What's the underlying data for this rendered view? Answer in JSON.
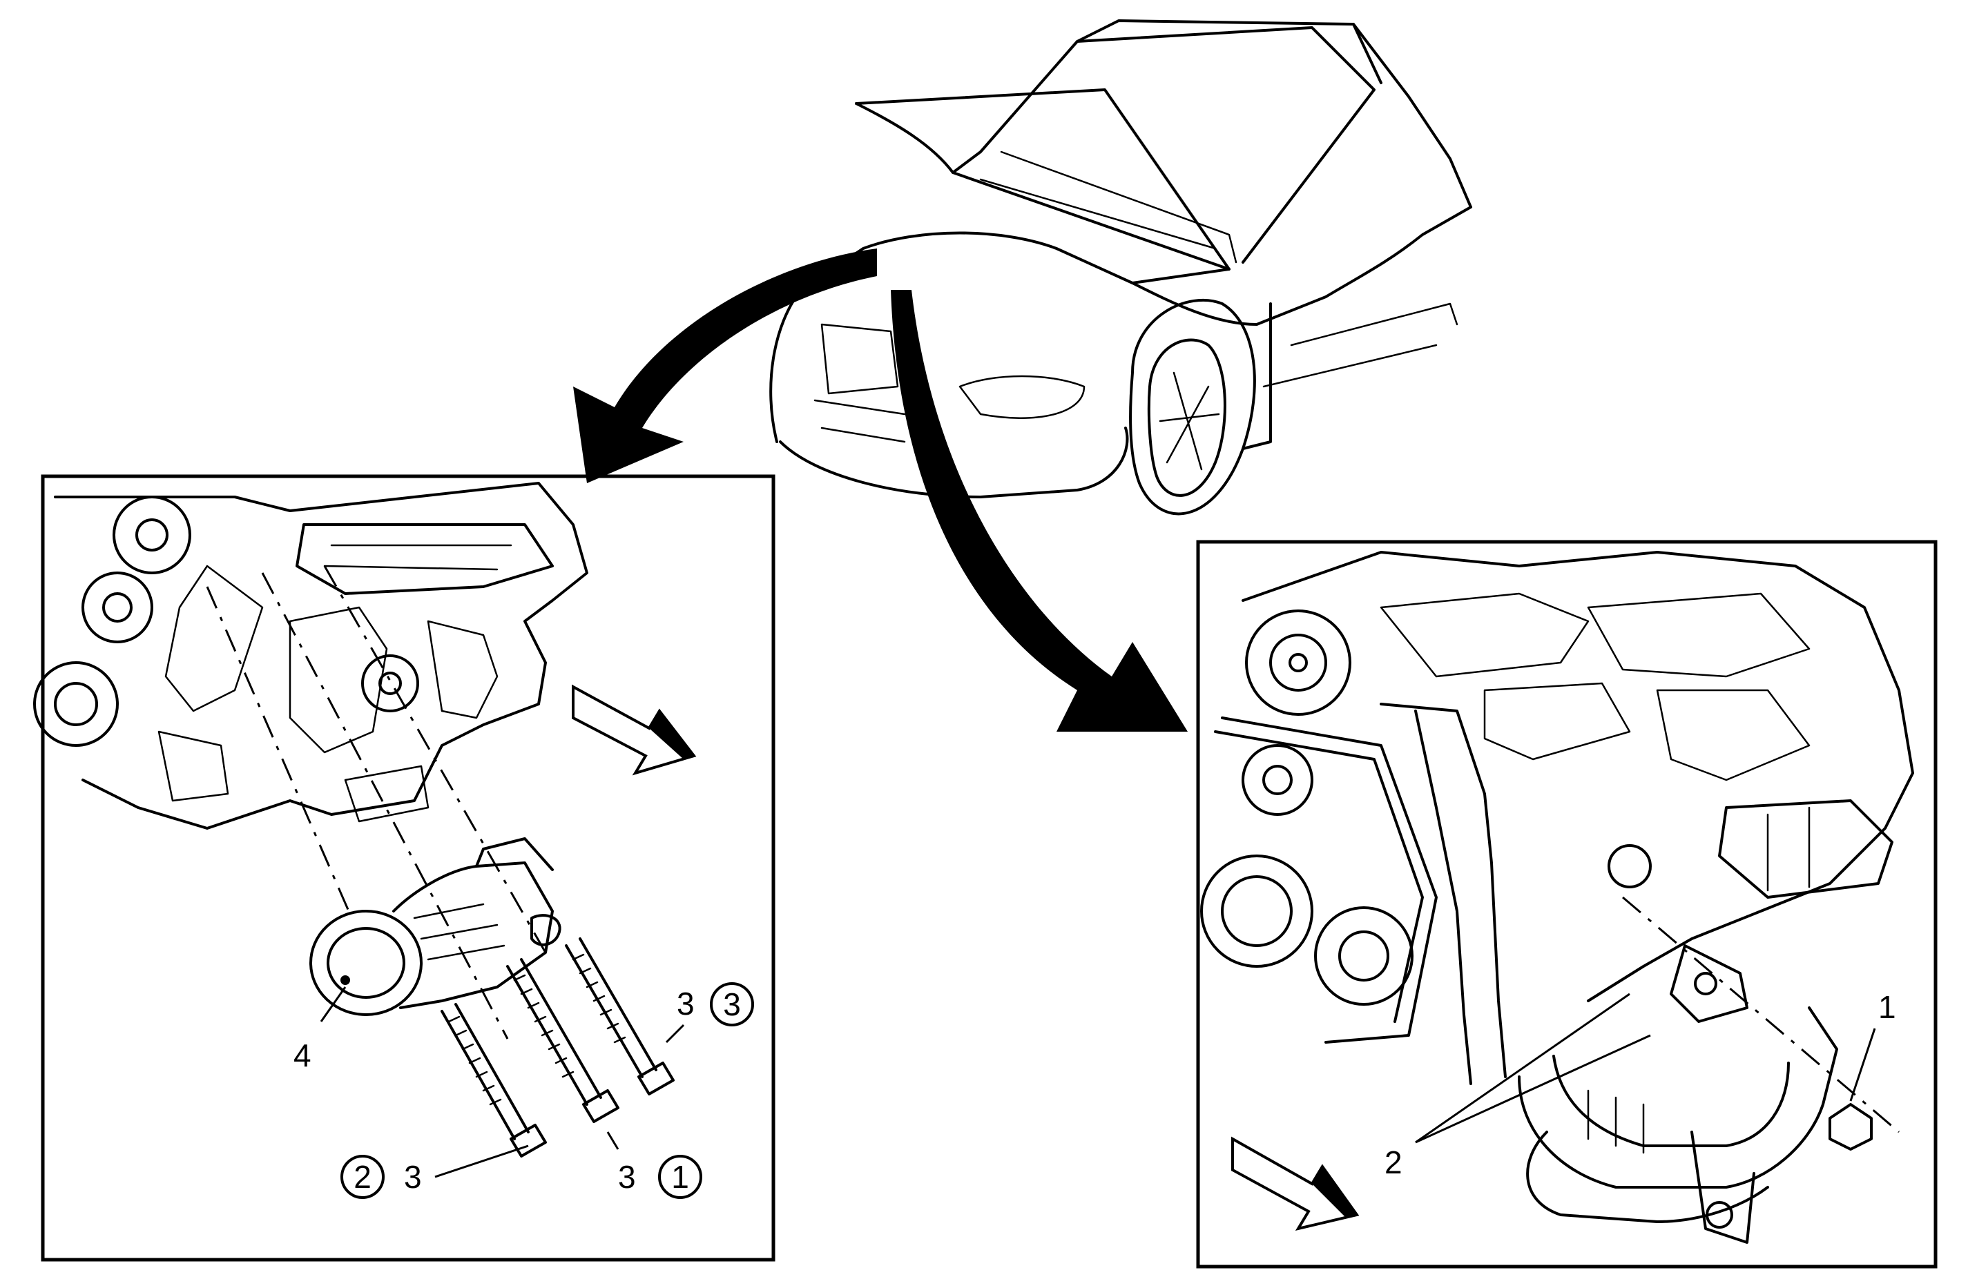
{
  "figure": {
    "left_panel": {
      "callouts": [
        {
          "id": "callout-4",
          "number": "4",
          "step": ""
        },
        {
          "id": "callout-3-step3",
          "number": "3",
          "step": "3"
        },
        {
          "id": "callout-3-step2",
          "number": "3",
          "step": "2"
        },
        {
          "id": "callout-3-step1",
          "number": "3",
          "step": "1"
        }
      ]
    },
    "right_panel": {
      "callouts": [
        {
          "id": "callout-1",
          "number": "1"
        },
        {
          "id": "callout-2",
          "number": "2"
        }
      ]
    },
    "colors": {
      "line": "#000000",
      "background": "#ffffff"
    }
  }
}
